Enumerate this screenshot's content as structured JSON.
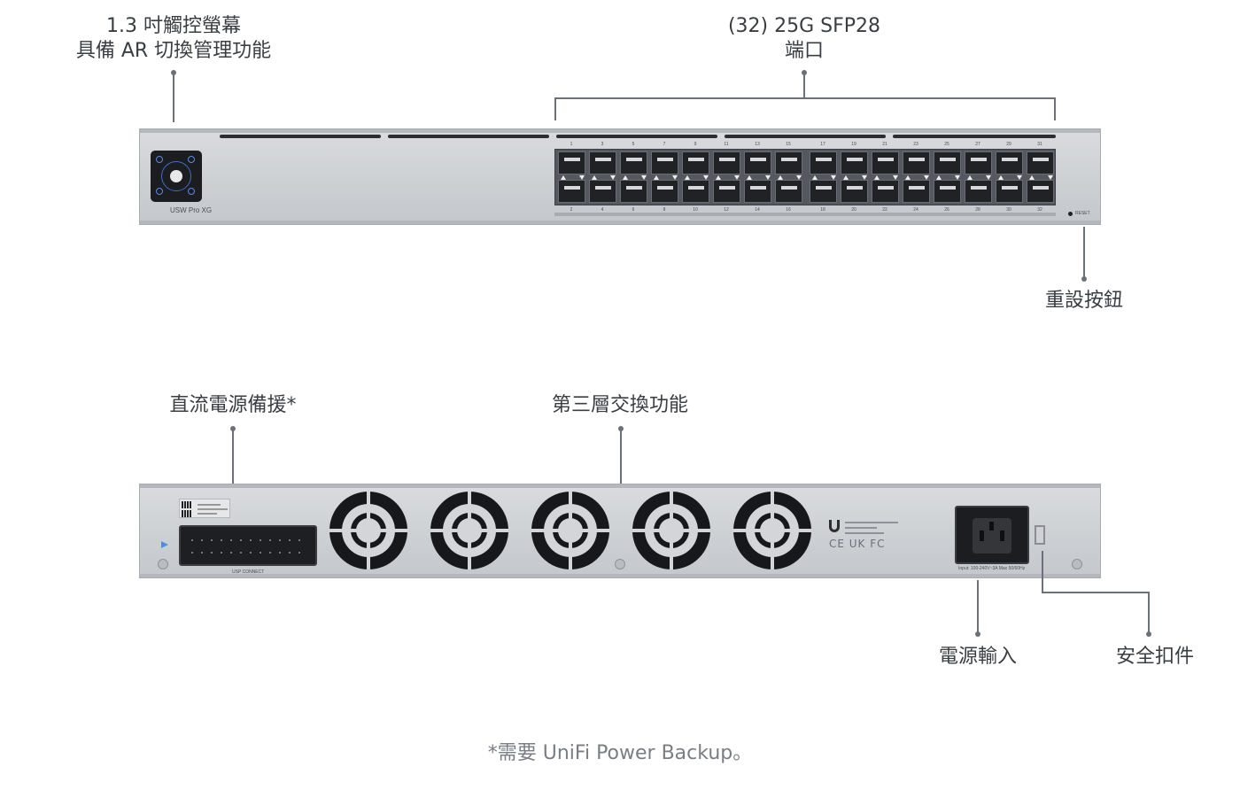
{
  "front": {
    "model_label": "USW Pro XG",
    "reset_label": "RESET",
    "port_numbers_top": [
      "1",
      "3",
      "5",
      "7",
      "9",
      "11",
      "13",
      "15",
      "17",
      "19",
      "21",
      "23",
      "25",
      "27",
      "29",
      "31"
    ],
    "port_numbers_bottom": [
      "2",
      "4",
      "6",
      "8",
      "10",
      "12",
      "14",
      "16",
      "18",
      "20",
      "22",
      "24",
      "26",
      "28",
      "30",
      "32"
    ],
    "callouts": {
      "touchscreen": "1.3 吋觸控螢幕\n具備 AR 切換管理功能",
      "sfp_ports": "(32) 25G SFP28\n端口",
      "reset_button": "重設按鈕"
    }
  },
  "rear": {
    "usp_label": "USP CONNECT",
    "power_label": "Input: 100-240V~3A Max 50/60Hz",
    "reg_marks": "CE UK FC",
    "callouts": {
      "dc_backup": "直流電源備援*",
      "layer3": "第三層交換功能",
      "power_input": "電源輸入",
      "security_clip": "安全扣件"
    }
  },
  "footnote": "*需要 UniFi Power Backup。",
  "colors": {
    "chassis": "#cfd1d4",
    "leader_line": "#6c7079",
    "port_block": "#55585e",
    "fan": "#17181b",
    "lcd_accent": "#3b6fd0"
  }
}
